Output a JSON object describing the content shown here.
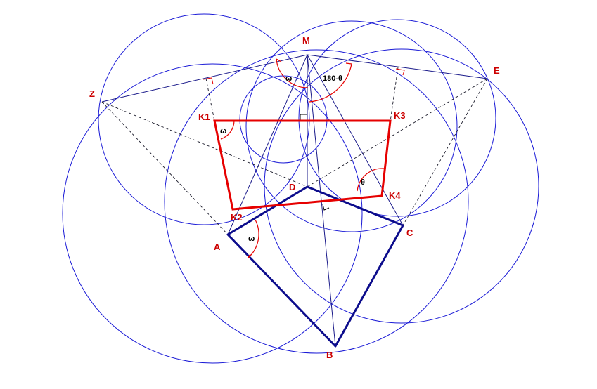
{
  "points": {
    "M": "M",
    "E": "E",
    "Z": "Z",
    "K1": "K1",
    "K2": "K2",
    "K3": "K3",
    "K4": "K4",
    "D": "D",
    "A": "A",
    "B": "B",
    "C": "C"
  },
  "angles": {
    "omega": "ω",
    "theta": "θ",
    "supplement": "180-θ"
  },
  "colors": {
    "circles": "#1a1ad6",
    "quad_ABCD": "#0c0c8c",
    "quad_K": "#e60000",
    "labels": "#cc0000"
  }
}
